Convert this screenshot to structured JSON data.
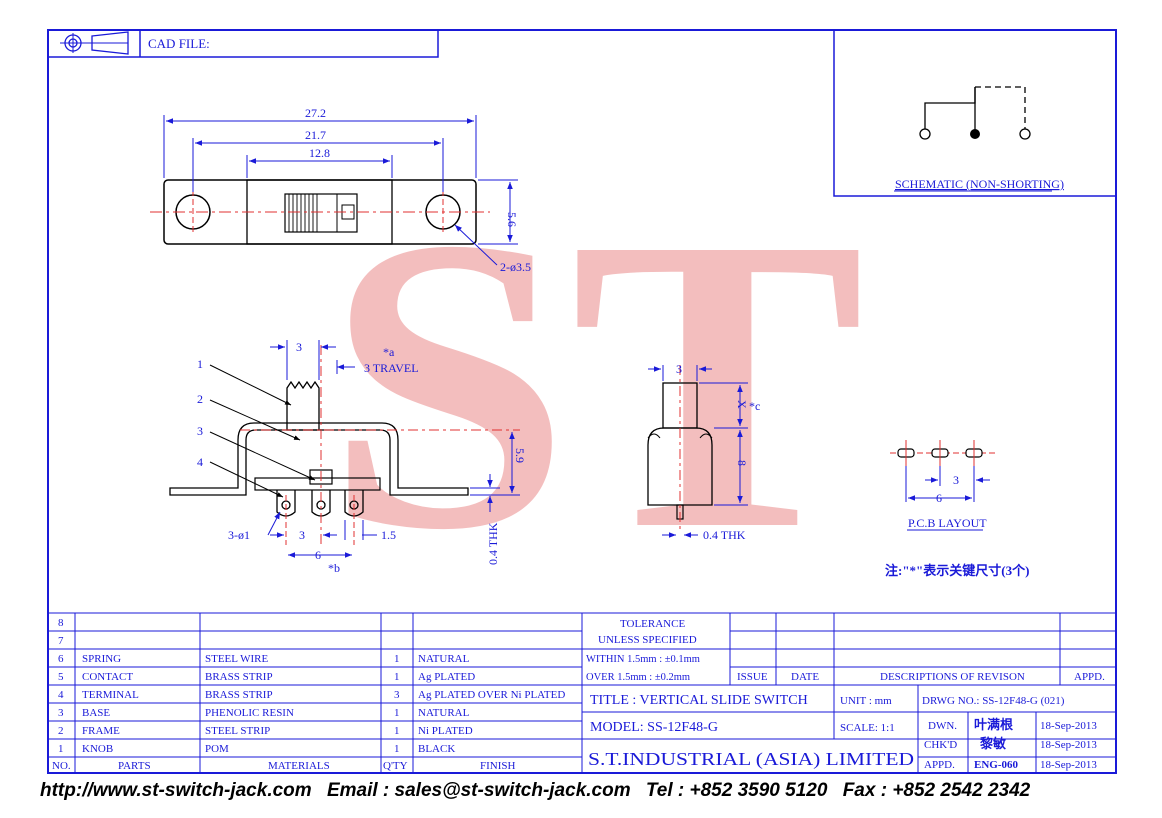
{
  "header": {
    "cad_file_label": "CAD FILE:"
  },
  "schematic": {
    "caption": "SCHEMATIC (NON-SHORTING)"
  },
  "top_view": {
    "dim_overall": "27.2",
    "dim_mount": "21.7",
    "dim_body": "12.8",
    "dim_height": "5.6",
    "dim_holes": "2-ø3.5"
  },
  "side_view": {
    "callouts": [
      "1",
      "2",
      "3",
      "4"
    ],
    "dim_knob": "3",
    "travel_mark": "*a",
    "travel_label": "3  TRAVEL",
    "dim_height": "5.9",
    "thk_label": "0.4  THK",
    "dim_pins": "3-ø1",
    "dim_pitch": "3",
    "dim_span": "6",
    "dim_tail": "1.5",
    "mark_b": "*b"
  },
  "end_view": {
    "dim_knob": "3",
    "dim_x": "X",
    "mark_c": "*c",
    "dim_body": "8",
    "thk_label": "0.4  THK"
  },
  "pcb": {
    "dim_pitch": "3",
    "dim_span": "6",
    "caption": "P.C.B LAYOUT"
  },
  "note": "注:\"*\"表示关键尺寸(3个)",
  "watermark": "ST",
  "parts_table": {
    "rows": [
      {
        "no": "8",
        "part": "",
        "material": "",
        "qty": "",
        "finish": ""
      },
      {
        "no": "7",
        "part": "",
        "material": "",
        "qty": "",
        "finish": ""
      },
      {
        "no": "6",
        "part": "SPRING",
        "material": "STEEL WIRE",
        "qty": "1",
        "finish": "NATURAL"
      },
      {
        "no": "5",
        "part": "CONTACT",
        "material": "BRASS STRIP",
        "qty": "1",
        "finish": "Ag PLATED"
      },
      {
        "no": "4",
        "part": "TERMINAL",
        "material": "BRASS STRIP",
        "qty": "3",
        "finish": "Ag PLATED OVER Ni PLATED"
      },
      {
        "no": "3",
        "part": "BASE",
        "material": "PHENOLIC RESIN",
        "qty": "1",
        "finish": "NATURAL"
      },
      {
        "no": "2",
        "part": "FRAME",
        "material": "STEEL STRIP",
        "qty": "1",
        "finish": "Ni PLATED"
      },
      {
        "no": "1",
        "part": "KNOB",
        "material": "POM",
        "qty": "1",
        "finish": "BLACK"
      }
    ],
    "headers": {
      "no": "NO.",
      "part": "PARTS",
      "material": "MATERIALS",
      "qty": "Q'TY",
      "finish": "FINISH"
    }
  },
  "title_block": {
    "tolerance_1": "TOLERANCE",
    "tolerance_2": "UNLESS  SPECIFIED",
    "tol_within": "WITHIN  1.5mm : ±0.1mm",
    "tol_over": "OVER     1.5mm : ±0.2mm",
    "issue": "ISSUE",
    "date": "DATE",
    "descriptions": "DESCRIPTIONS OF REVISON",
    "appd": "APPD.",
    "title": "TITLE : VERTICAL SLIDE SWITCH",
    "unit": "UNIT :   mm",
    "drwg_no": "DRWG NO.: SS-12F48-G (021)",
    "model": "MODEL: SS-12F48-G",
    "scale": "SCALE:  1:1",
    "company": "S.T.INDUSTRIAL  (ASIA)  LIMITED",
    "dwn_label": "DWN.",
    "dwn_name": "叶满根",
    "dwn_date": "18-Sep-2013",
    "chkd_label": "CHK'D",
    "chkd_name": "黎敏",
    "chkd_date": "18-Sep-2013",
    "appd_label": "APPD.",
    "appd_name": "ENG-060",
    "appd_date": "18-Sep-2013"
  },
  "footer": {
    "url": "http://www.st-switch-jack.com",
    "email": "Email : sales@st-switch-jack.com",
    "tel": "Tel : +852 3590 5120",
    "fax": "Fax : +852 2542 2342"
  }
}
